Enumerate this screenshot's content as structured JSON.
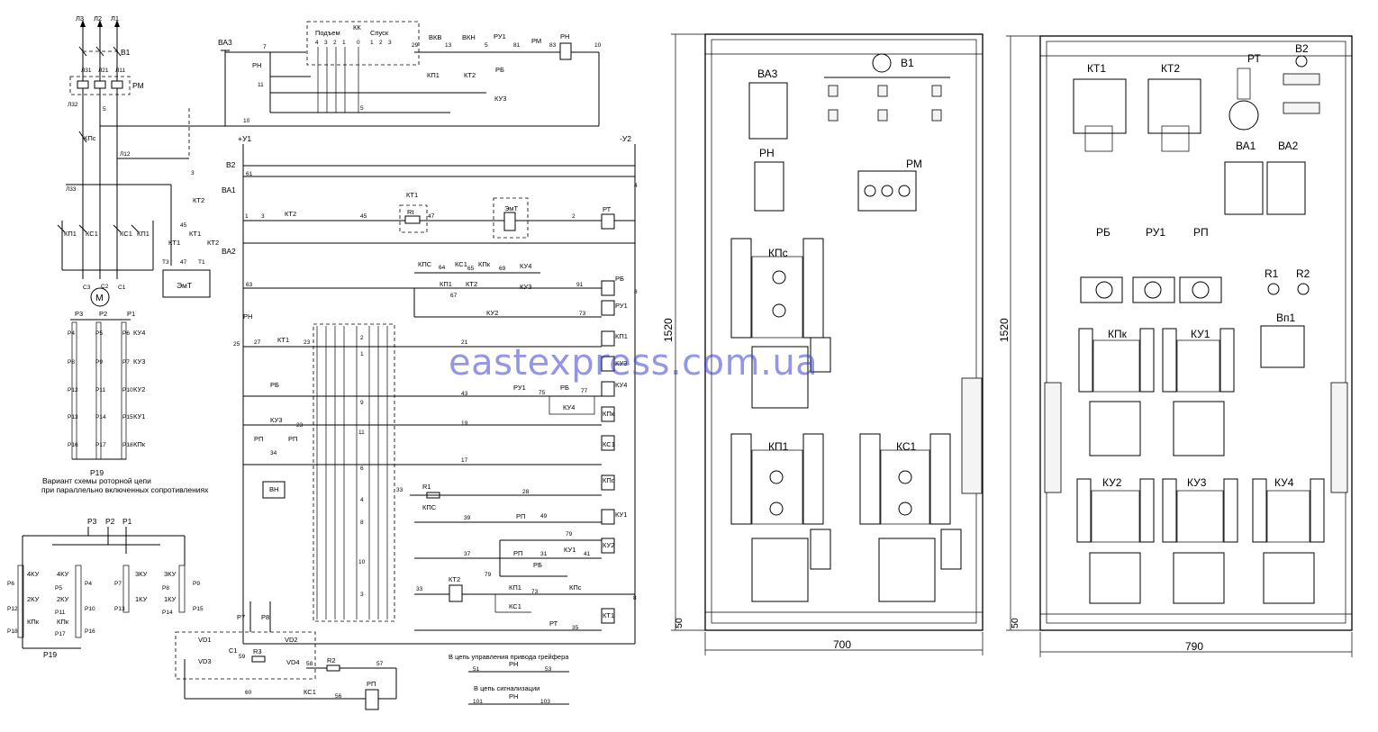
{
  "watermark": "eastexpress.com.ua",
  "schematic": {
    "phases": [
      "Л3",
      "Л2",
      "Л1"
    ],
    "supply_switch": "В1",
    "fuse_switch": "ВА3",
    "phase_labels_lower": [
      "Л31",
      "Л21",
      "Л11"
    ],
    "overload_relay": "РМ",
    "l32": "Л32",
    "l12": "Л12",
    "l33": "Л33",
    "n5": "5",
    "kpc_top": "КПс",
    "kp1": "КП1",
    "ks1": "КС1",
    "kt1": "КТ1",
    "kt2": "КТ2",
    "n3": "3",
    "n45": "45",
    "n47": "47",
    "t1": "T1",
    "t3": "T3",
    "emt": "ЭмТ",
    "motor": "M",
    "motor_terms": [
      "C3",
      "C2",
      "C1"
    ],
    "rotor_terms": [
      "P3",
      "P2",
      "P1"
    ],
    "rotor_contacts": [
      "КУ4",
      "КУ3",
      "КУ2",
      "КУ1",
      "КПк"
    ],
    "p_left": [
      "P4",
      "P8",
      "P12",
      "P13",
      "P16"
    ],
    "p_mid": [
      "P5",
      "P9",
      "P11",
      "P14",
      "P17"
    ],
    "p_right": [
      "P6",
      "P7",
      "P10",
      "P15",
      "P18"
    ],
    "p19": "P19",
    "variant_caption_1": "Вариант схемы роторной цепи",
    "variant_caption_2": "при параллельно включенных сопротивлениях",
    "var_terms": [
      "P3",
      "P2",
      "P1"
    ],
    "var_left_labels": [
      "4КУ",
      "2КУ",
      "КПк"
    ],
    "var_mid_labels": [
      "4КУ",
      "2КУ",
      "КПк"
    ],
    "var_right_labels": [
      "3КУ",
      "1КУ"
    ],
    "var_right2_labels": [
      "3КУ",
      "1КУ"
    ],
    "var_p_far_left": [
      "P6",
      "P12",
      "P18"
    ],
    "var_p_left": [
      "P5",
      "P11",
      "P17"
    ],
    "var_p_mid": [
      "P4",
      "P10",
      "P16"
    ],
    "var_p_right": [
      "P7",
      "P13"
    ],
    "var_p_r2": [
      "P8",
      "P14"
    ],
    "var_p_far_right": [
      "P9",
      "P15"
    ],
    "controller_labels": [
      "Подъем",
      "КК",
      "Спуск"
    ],
    "controller_positions": [
      "4",
      "3",
      "2",
      "1",
      "0",
      "1",
      "2",
      "3"
    ],
    "ctrl_wires": [
      "7",
      "29",
      "13",
      "5",
      "81",
      "83",
      "10"
    ],
    "limit_switches": [
      "ВКВ",
      "ВКН"
    ],
    "ru1": "РУ1",
    "rm": "РМ",
    "rn": "РН",
    "rb": "РБ",
    "ky3": "КУ3",
    "n11": "11",
    "n10": "10",
    "n5b": "5",
    "bus_plus": "+У1",
    "bus_minus": "-У2",
    "b2": "В2",
    "n61": "61",
    "n4": "4",
    "va1": "ВА1",
    "va2": "ВА2",
    "n1": "1",
    "n3b": "3",
    "kt2b": "КТ2",
    "n45b": "45",
    "kt1b": "КТ1",
    "rt_res": "Rt",
    "n47b": "47",
    "emt2": "ЭмТ",
    "n2": "2",
    "rt": "РТ",
    "kpc2": "КПС",
    "n64": "64",
    "ks1b": "КС1",
    "n65": "65",
    "kpk": "КПк",
    "n69": "69",
    "ky4": "КУ4",
    "n63": "63",
    "kp1b": "КП1",
    "n67": "67",
    "kt2c": "КТ2",
    "ky3b": "КУ3",
    "n91": "91",
    "rb2": "РБ",
    "n8": "8",
    "ky2": "КУ2",
    "n73": "73",
    "ru1b": "РУ1",
    "rn2": "РН",
    "n25": "25",
    "n27": "27",
    "kt1c": "КТ1",
    "n23": "23",
    "n21": "21",
    "kp1c": "КП1",
    "ky3c": "КУ3",
    "rb3": "РБ",
    "n43": "43",
    "ru1c": "РУ1",
    "n75": "75",
    "rb4": "РБ",
    "n77": "77",
    "ky4b": "КУ4",
    "ky4c": "КУ4",
    "ky3d": "КУ3",
    "n23b": "23",
    "n19": "19",
    "kpk2": "КПк",
    "rp1": "РП",
    "n34": "34",
    "rp2": "РП",
    "ks1c": "КС1",
    "n17": "17",
    "kpc3": "КПс",
    "vn": "ВН",
    "n33": "33",
    "r1": "R1",
    "n28": "28",
    "kpc4": "КПС",
    "n39": "39",
    "rp3": "РП",
    "n49": "49",
    "ky1": "КУ1",
    "n79": "79",
    "n37": "37",
    "rp4": "РП",
    "n31": "31",
    "ky1b": "КУ1",
    "n41": "41",
    "ky2b": "КУ2",
    "n79b": "79",
    "rb5": "РБ",
    "n33b": "33",
    "kt2d": "КТ2",
    "kp1d": "КП1",
    "n73b": "73",
    "kpc5": "КПс",
    "ks1d": "КС1",
    "n8b": "8",
    "kt1d": "КТ1",
    "rt2": "РТ",
    "n35": "35",
    "ctrl_steps": [
      "2",
      "1",
      "9",
      "11",
      "6",
      "4",
      "8",
      "10",
      "3"
    ],
    "p7": "P7",
    "p8": "P8",
    "vd1": "VD1",
    "vd2": "VD2",
    "vd3": "VD3",
    "vd4": "VD4",
    "c1": "C1",
    "n59": "59",
    "r3": "R3",
    "n58": "58",
    "r2": "R2",
    "n57": "57",
    "n60": "60",
    "ks1e": "КС1",
    "n56": "56",
    "rp5": "РП",
    "grab_caption": "В цепь управления привода грейфера",
    "n51": "51",
    "rn3": "РН",
    "n53": "53",
    "signal_caption": "В цепь сигнализации",
    "n101": "101",
    "rn4": "РН",
    "n103": "103"
  },
  "panel1": {
    "height_dim": "1520",
    "width_dim": "700",
    "bottom_dim": "50",
    "labels": {
      "va3": "ВА3",
      "v1": "В1",
      "rn": "РН",
      "rm": "РМ",
      "kpc": "КПс",
      "kp1": "КП1",
      "ks1": "КС1"
    }
  },
  "panel2": {
    "height_dim": "1520",
    "width_dim": "790",
    "bottom_dim": "50",
    "labels": {
      "kt1": "КТ1",
      "kt2": "КТ2",
      "rt": "РТ",
      "v2": "В2",
      "va1": "ВА1",
      "va2": "ВА2",
      "rb": "РБ",
      "ru1": "РУ1",
      "rp": "РП",
      "r1": "R1",
      "r2": "R2",
      "vp1": "Вп1",
      "kpk": "КПк",
      "ku1": "КУ1",
      "ku2": "КУ2",
      "ku3": "КУ3",
      "ku4": "КУ4"
    }
  }
}
